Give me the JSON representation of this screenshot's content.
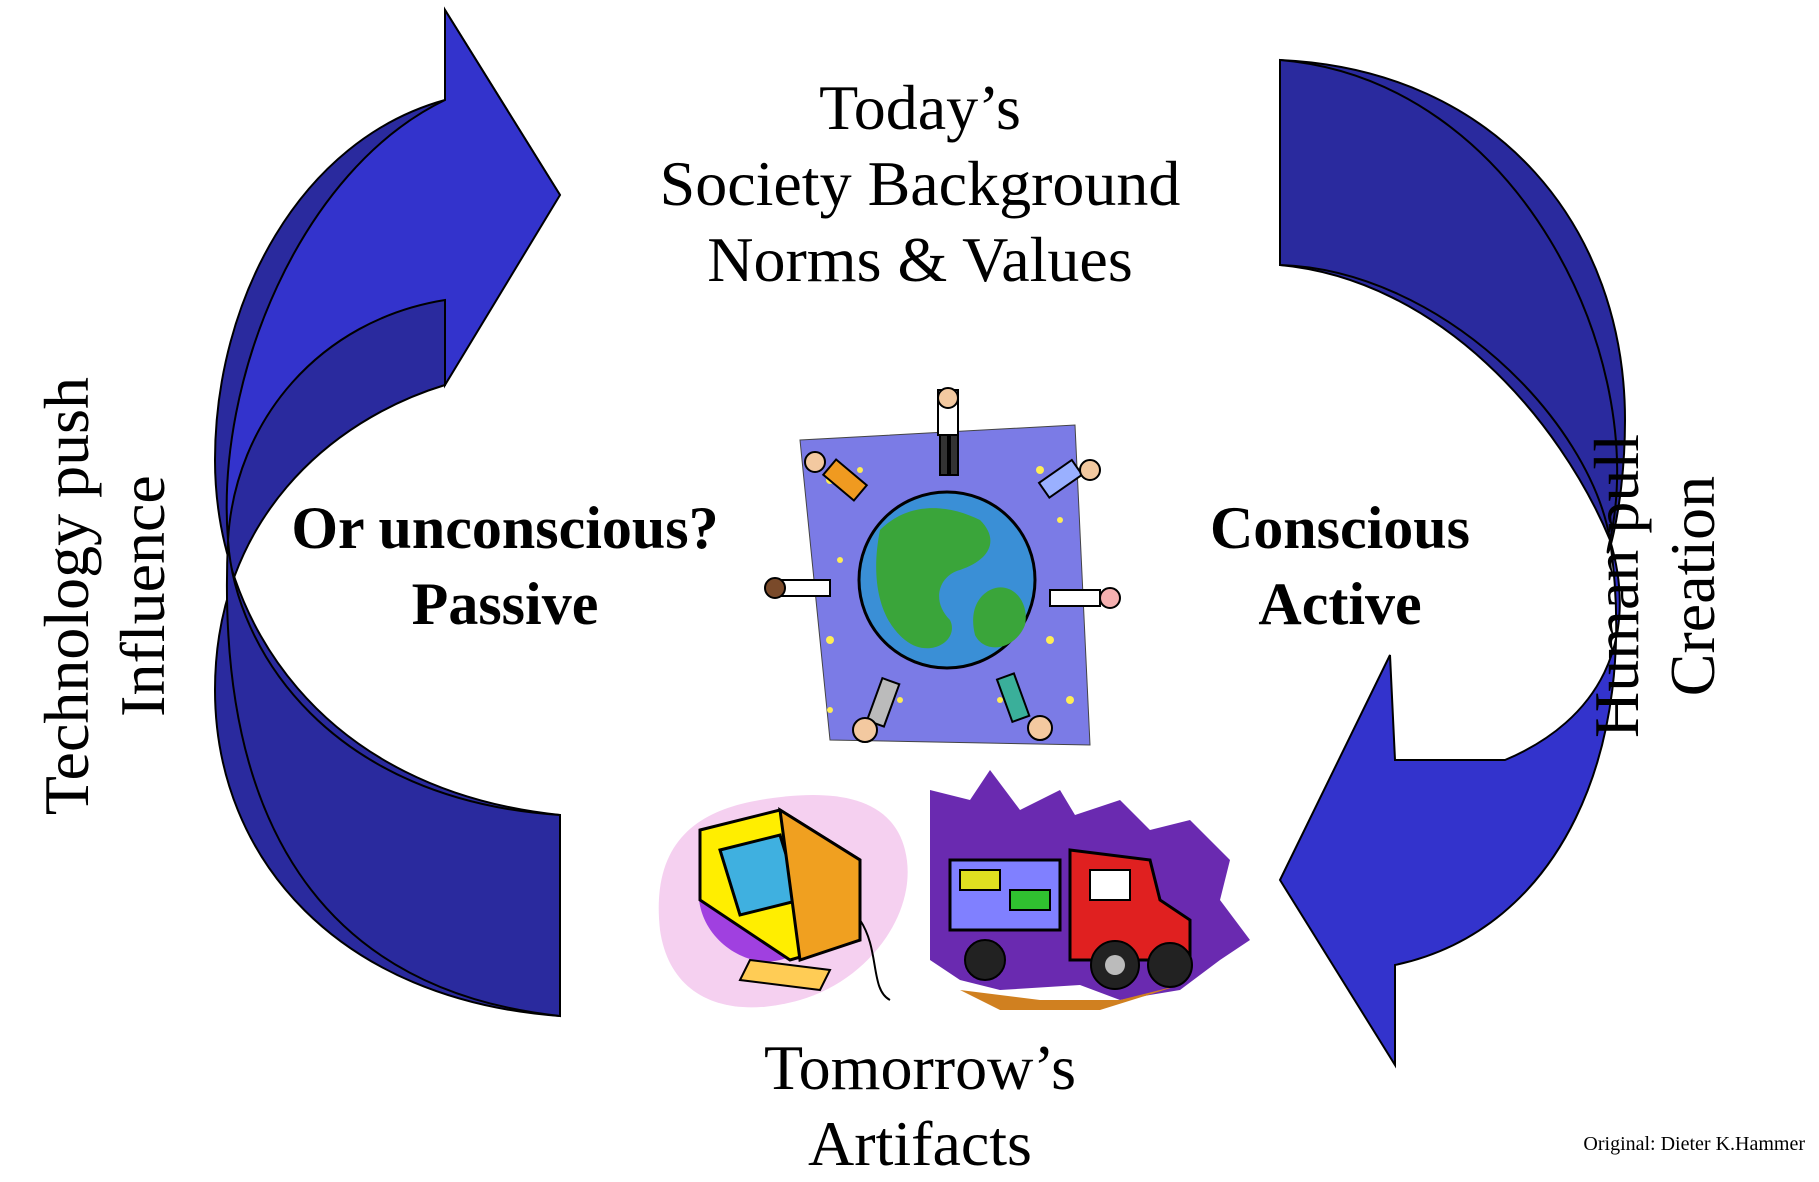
{
  "top_label": {
    "line1": "Today’s",
    "line2": "Society Background",
    "line3": "Norms & Values"
  },
  "bottom_label": {
    "line1": "Tomorrow’s",
    "line2": "Artifacts"
  },
  "left_center": {
    "line1": "Or unconscious?",
    "line2": "Passive"
  },
  "right_center": {
    "line1": "Conscious",
    "line2": "Active"
  },
  "left_side": {
    "line1": "Technology push",
    "line2": "Influence"
  },
  "right_side": {
    "line1": "Human pull",
    "line2": "Creation"
  },
  "credit": "Original: Dieter K.Hammer",
  "colors": {
    "arrow_main": "#3333cc",
    "arrow_shade": "#2a2a9e",
    "sky": "#7b7be6",
    "earth_sea": "#3a8fd6",
    "earth_land": "#3aa53a",
    "truck": "#e02020"
  },
  "icons": [
    "cycle-arrow-left",
    "cycle-arrow-right",
    "globe-people-clipart",
    "computer-clipart",
    "truck-clipart"
  ]
}
